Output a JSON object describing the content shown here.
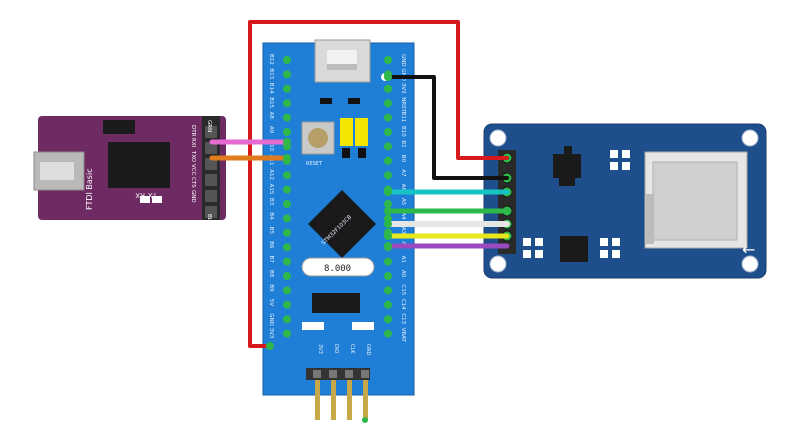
{
  "ftdi": {
    "name": "FTDI Basic",
    "top_pins": [
      "GRN",
      "DTR",
      "RXI",
      "TXO",
      "VCC",
      "CTS",
      "GND",
      "BLK"
    ],
    "tx_label": "TX",
    "rx_label": "RX"
  },
  "stm32": {
    "chip_label": "STM32F103C8",
    "reset_label": "RESET",
    "crystal_label": "8.000",
    "left_pins": [
      "B12",
      "B13",
      "B14",
      "B15",
      "A8",
      "A9",
      "A10",
      "A11",
      "A12",
      "A15",
      "B3",
      "B4",
      "B5",
      "B6",
      "B7",
      "B8",
      "B9",
      "5V",
      "GND",
      "3V3"
    ],
    "right_pins": [
      "GND",
      "GND",
      "3V3",
      "NRST",
      "B11",
      "B10",
      "B1",
      "B0",
      "A7",
      "A6",
      "A5",
      "A4",
      "A3",
      "A2",
      "A1",
      "A0",
      "C15",
      "C14",
      "C13",
      "VBAT"
    ],
    "bottom_pins": [
      "3V3",
      "DIO",
      "CLK",
      "GND"
    ]
  },
  "colors": {
    "board_blue": "#1f7fd6",
    "ftdi_purple": "#6e2a63",
    "sd_blue": "#1f4e8c",
    "wire_red": "#d7191c",
    "wire_black": "#111111",
    "wire_pink": "#e66bd0",
    "wire_orange": "#e07a1f",
    "wire_cyan": "#17c3c3",
    "wire_green": "#2eb84a",
    "wire_white": "#f4f4f4",
    "wire_yellow": "#e8e81c",
    "wire_purple": "#9b4bc0"
  }
}
